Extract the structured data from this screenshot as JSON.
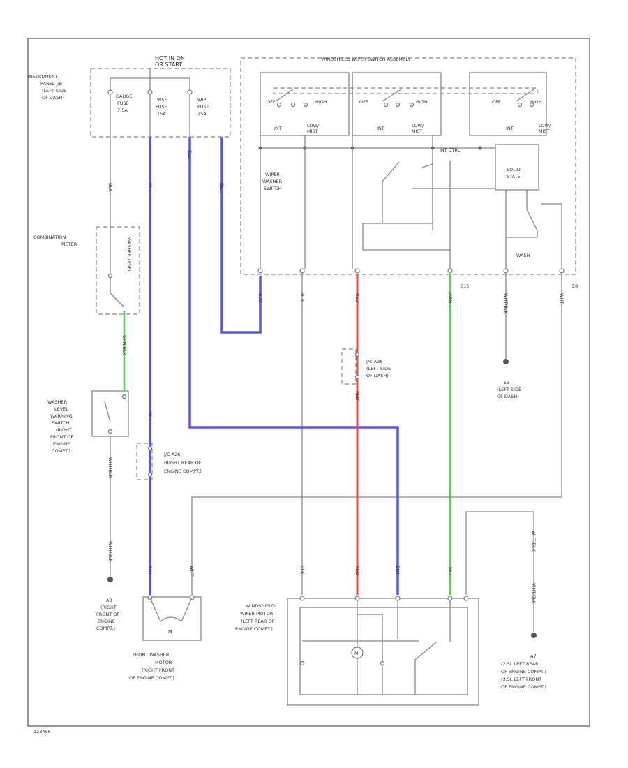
{
  "colors": {
    "blue_wire": "#5555ee",
    "red_wire": "#ee4444",
    "green_wire": "#44dd44",
    "gray_wire": "#8a8a8a"
  },
  "labels": {
    "hot_run_start": [
      "HOT IN ON",
      "OR START"
    ],
    "instrument_panel_jb": [
      "INSTRUMENT",
      "PANEL J/B",
      "(LEFT SIDE",
      "OF DASH)"
    ],
    "fuse_gauge": [
      "GAUGE",
      "FUSE",
      "7.5A"
    ],
    "fuse_wash": [
      "WSH",
      "FUSE",
      "15A"
    ],
    "fuse_wip": [
      "WIP",
      "FUSE",
      "25A"
    ],
    "switch_assembly": "WINDSHIELD WIPER SWITCH ASSEMBLY",
    "wiper_washer_switch": [
      "WIPER",
      "WASHER",
      "SWITCH"
    ],
    "sw_off": "OFF",
    "sw_high": "HIGH",
    "sw_int": "INT",
    "sw_low_mist": [
      "LOW/",
      "MIST"
    ],
    "sw_int_ctrl": "INT CTRL",
    "sw_wash": "WASH",
    "solid_state": [
      "SOLID",
      "STATE"
    ],
    "connector_e15": "E15",
    "connector_e8": "E8",
    "combination_meter": [
      "COMBINATION",
      "METER"
    ],
    "washer_level_label": "WASHER LEVEL",
    "washer_level_switch": [
      "WASHER",
      "LEVEL",
      "WARNING",
      "SWITCH",
      "(RIGHT",
      "FRONT OF",
      "ENGINE",
      "COMPT.)"
    ],
    "jc_right_rear": [
      "J/C A26",
      "(RIGHT REAR OF",
      "ENGINE COMPT.)"
    ],
    "jc_left_dash": [
      "J/C A38",
      "(LEFT SIDE",
      "OF DASH)"
    ],
    "ground_left_dash": [
      "E3",
      "(LEFT SIDE",
      "OF DASH)"
    ],
    "ground_right_front": [
      "A3",
      "(RIGHT",
      "FRONT OF",
      "ENGINE",
      "COMPT.)"
    ],
    "front_washer_motor": [
      "FRONT WASHER",
      "MOTOR",
      "(RIGHT FRONT",
      "OF ENGINE COMPT.)"
    ],
    "windshield_wiper_motor": [
      "WINDSHIELD",
      "WIPER MOTOR",
      "(LEFT REAR OF",
      "ENGINE COMPT.)"
    ],
    "ground_a7": [
      "A7",
      "(2.5L LEFT REAR",
      "OF ENGINE COMPT.)",
      "(3.5L LEFT FRONT",
      "OF ENGINE COMPT.)"
    ],
    "motor_m": "M",
    "wire_blk": "BLK",
    "wire_blu": "BLU",
    "wire_red": "RED",
    "wire_grn": "GRN",
    "wire_grn_blk": "GRN/BLK",
    "wire_wht_blk": "WHT/BLK",
    "wire_wht": "WHT",
    "footer_code": "123456"
  }
}
